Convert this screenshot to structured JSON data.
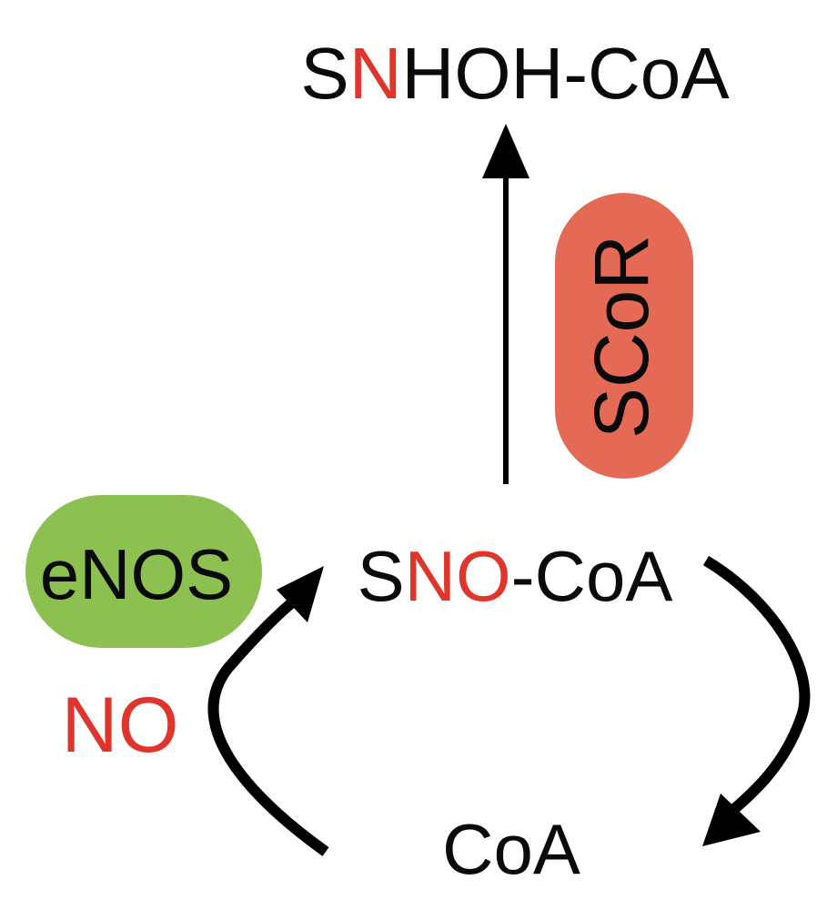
{
  "colors": {
    "text": "#0a0a0a",
    "highlight": "#e0352b",
    "enzyme_scor_fill": "#e46a56",
    "enzyme_enos_fill": "#8cc152",
    "arrow": "#000000",
    "background": "#ffffff"
  },
  "nodes": {
    "product": {
      "prefix": "S",
      "highlight": "N",
      "suffix": "HOH-CoA"
    },
    "intermediate": {
      "prefix": "S",
      "highlight": "NO",
      "suffix": "-CoA"
    },
    "substrate": {
      "text": "CoA"
    },
    "no_donor": {
      "text": "NO"
    }
  },
  "enzymes": {
    "scor": {
      "label": "SCoR"
    },
    "enos": {
      "label": "eNOS"
    }
  }
}
